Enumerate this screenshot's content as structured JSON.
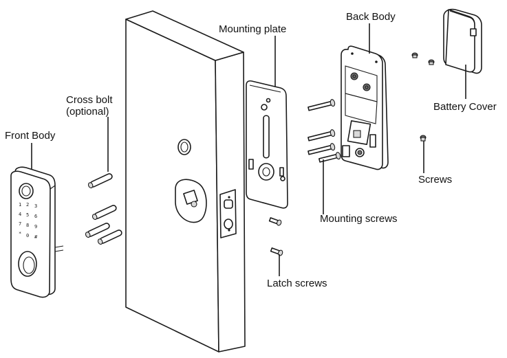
{
  "labels": {
    "front_body": "Front Body",
    "cross_bolt_line1": "Cross bolt",
    "cross_bolt_line2": "(optional)",
    "mounting_plate": "Mounting plate",
    "back_body": "Back Body",
    "battery_cover": "Battery Cover",
    "screws": "Screws",
    "mounting_screws": "Mounting screws",
    "latch_screws": "Latch screws"
  },
  "colors": {
    "line": "#1a1a1a",
    "fill": "#ffffff",
    "shade": "#d9d9d9"
  }
}
